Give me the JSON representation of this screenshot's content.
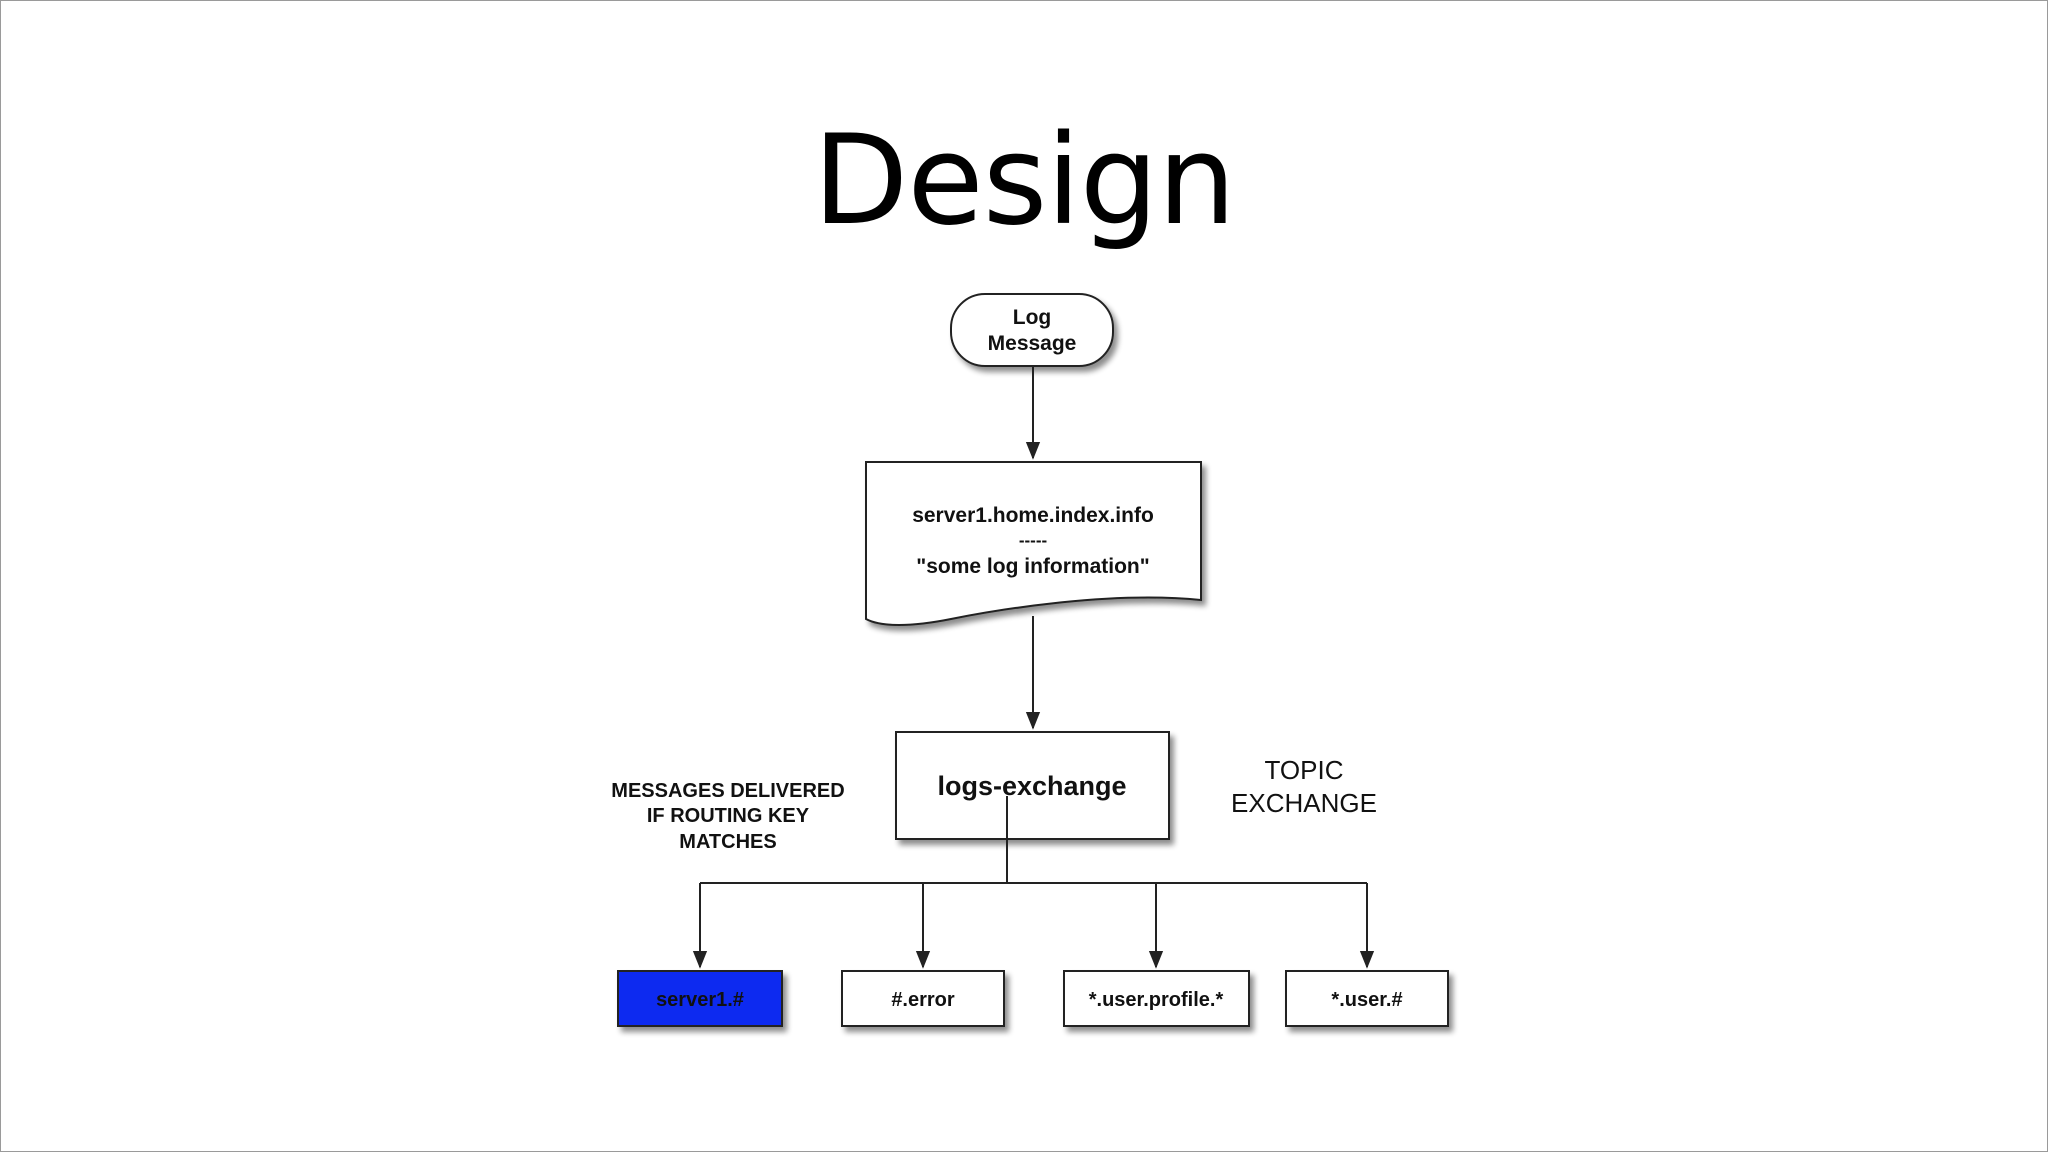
{
  "slide": {
    "title": "Design"
  },
  "diagram": {
    "log_message": {
      "line1": "Log",
      "line2": "Message"
    },
    "document": {
      "line1": "server1.home.index.info",
      "line2": "-----",
      "line3": "\"some log information\""
    },
    "exchange": {
      "label": "logs-exchange"
    },
    "exchange_type": {
      "line1": "TOPIC",
      "line2": "EXCHANGE"
    },
    "routing_note": {
      "line1": "MESSAGES DELIVERED",
      "line2": "IF ROUTING KEY",
      "line3": "MATCHES"
    },
    "queues": [
      {
        "label": "server1.#",
        "highlighted": true
      },
      {
        "label": "#.error",
        "highlighted": false
      },
      {
        "label": "*.user.profile.*",
        "highlighted": false
      },
      {
        "label": "*.user.#",
        "highlighted": false
      }
    ],
    "colors": {
      "highlight_fill": "#0a2af0",
      "highlight_text": "#ffffff",
      "box_fill": "#ffffff",
      "stroke": "#222222"
    }
  }
}
